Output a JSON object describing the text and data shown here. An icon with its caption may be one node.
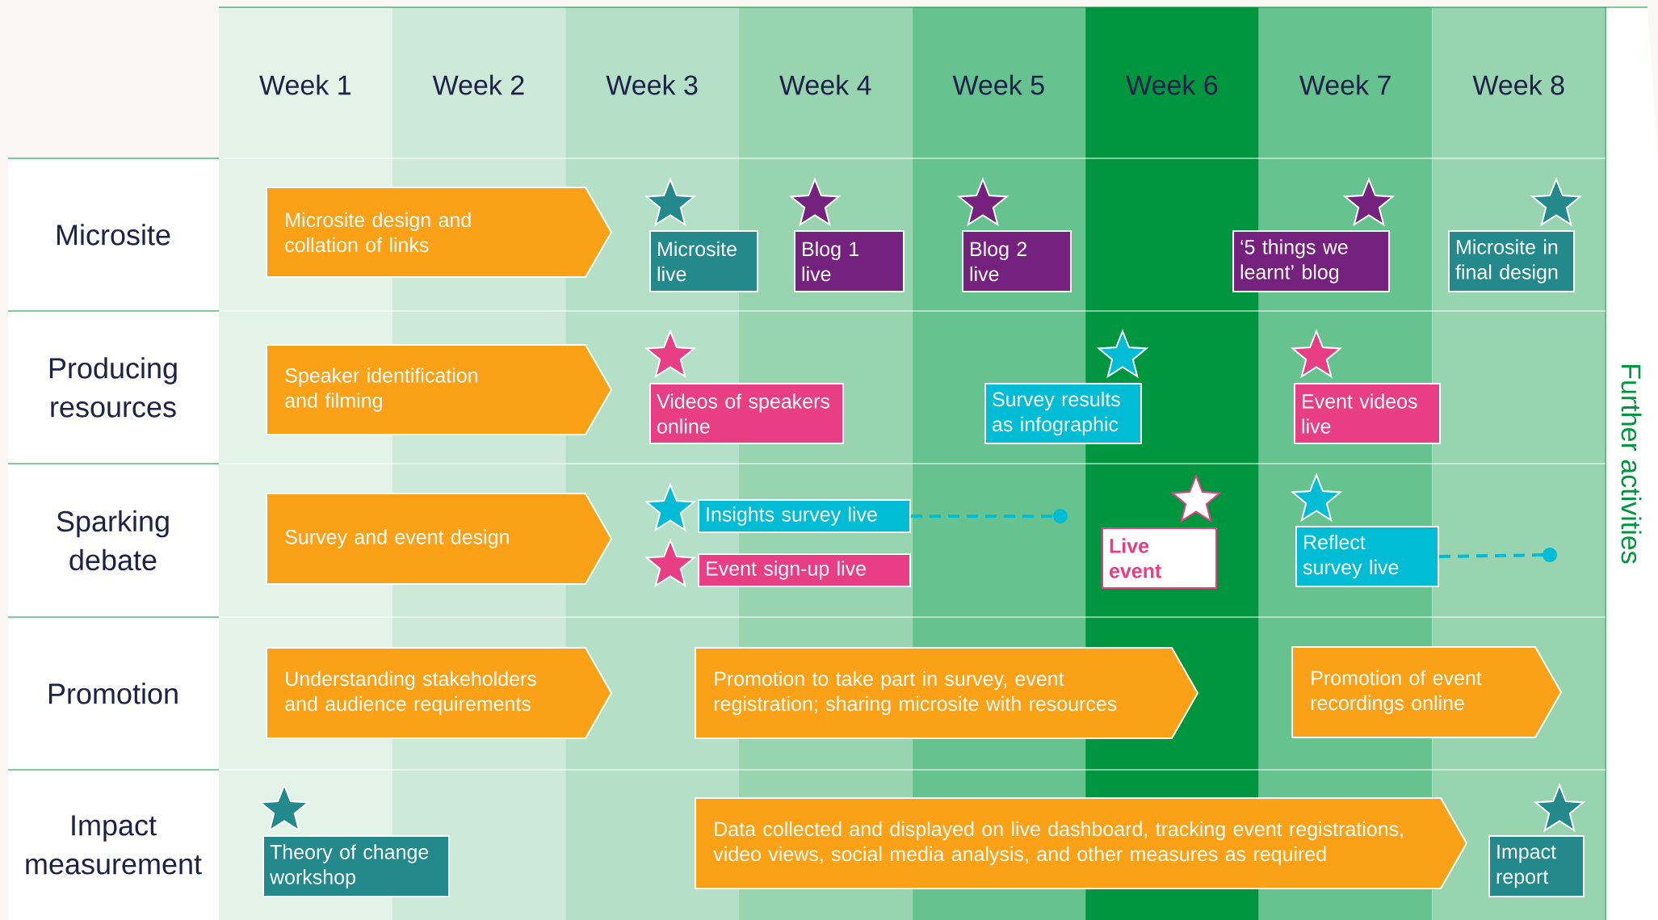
{
  "diagram": {
    "nodes": [
      {
        "text": [
          "Microsite design and collation of links"
        ]
      },
      {
        "text": [
          "Microsite live"
        ]
      },
      {
        "text": [
          "Blog 1 live"
        ]
      },
      {
        "text": [
          "Blog 2 live"
        ]
      },
      {
        "text": [
          "‘5 things we learnt’ blog"
        ]
      },
      {
        "text": [
          "Microsite in final design"
        ]
      },
      {
        "text": [
          "Speaker identification and filming"
        ]
      },
      {
        "text": [
          "Videos of speakers online"
        ]
      },
      {
        "text": [
          "Survey results as infographic"
        ]
      },
      {
        "text": [
          "Event videos live"
        ]
      },
      {
        "text": [
          "Survey and event design"
        ]
      },
      {
        "text": [
          "Insights survey live"
        ]
      },
      {
        "text": [
          "Event sign-up live"
        ]
      },
      {
        "text": [
          "Live event"
        ]
      },
      {
        "text": [
          "Reflect survey live"
        ]
      },
      {
        "text": [
          "Understanding stakeholders and audience requirements"
        ]
      },
      {
        "text": [
          "Promotion to take part in survey, event registration; sharing microsite with resources"
        ]
      },
      {
        "text": [
          "Promotion of event recordings online"
        ]
      },
      {
        "text": [
          "Theory of change workshop"
        ]
      },
      {
        "text": [
          "Data collected and displayed on live dashboard, tracking event registrations, video views, social media analysis, and other measures as required"
        ]
      },
      {
        "text": [
          "Impact report"
        ]
      }
    ],
    "edges": [
      {
        "from": 11,
        "to": null,
        "arrow": "other",
        "style": "dashed"
      },
      {
        "from": 14,
        "to": null,
        "arrow": "other",
        "style": "dashed"
      }
    ],
    "labels": [
      "Week 1",
      "Week 2",
      "Week 3",
      "Week 4",
      "Week 5",
      "Week 6",
      "Week 7",
      "Week 8",
      "Microsite",
      "Producing resources",
      "Sparking debate",
      "Promotion",
      "Impact measurement",
      "Further activities"
    ]
  }
}
